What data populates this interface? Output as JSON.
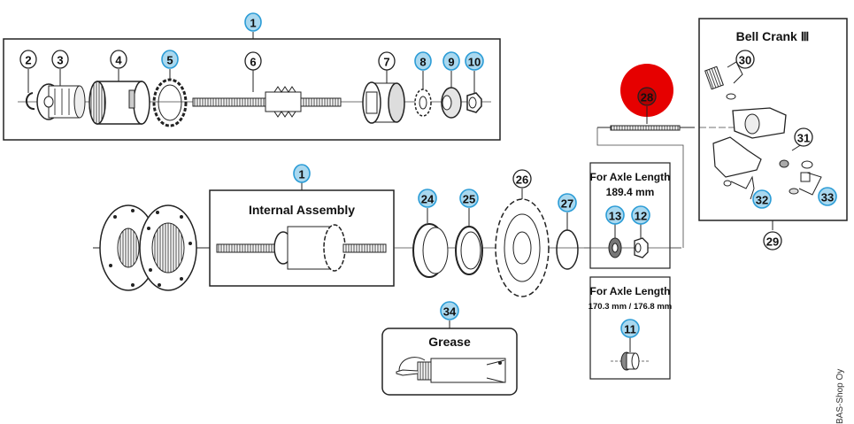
{
  "diagram": {
    "title_boxes": {
      "internal_assembly": "Internal Assembly",
      "bell_crank": "Bell Crank Ⅲ",
      "grease": "Grease",
      "axle_long_title": "For Axle Length",
      "axle_long_value": "189.4 mm",
      "axle_short_title": "For Axle Length",
      "axle_short_value": "170.3 mm / 176.8 mm"
    },
    "callouts": [
      {
        "id": "c1-top",
        "num": "1",
        "style": "blue"
      },
      {
        "id": "c2",
        "num": "2",
        "style": "plain"
      },
      {
        "id": "c3",
        "num": "3",
        "style": "plain"
      },
      {
        "id": "c4",
        "num": "4",
        "style": "plain"
      },
      {
        "id": "c5",
        "num": "5",
        "style": "blue"
      },
      {
        "id": "c6",
        "num": "6",
        "style": "plain"
      },
      {
        "id": "c7",
        "num": "7",
        "style": "plain"
      },
      {
        "id": "c8",
        "num": "8",
        "style": "blue"
      },
      {
        "id": "c9",
        "num": "9",
        "style": "blue"
      },
      {
        "id": "c10",
        "num": "10",
        "style": "blue"
      },
      {
        "id": "c1-mid",
        "num": "1",
        "style": "blue"
      },
      {
        "id": "c24",
        "num": "24",
        "style": "blue"
      },
      {
        "id": "c25",
        "num": "25",
        "style": "blue"
      },
      {
        "id": "c26",
        "num": "26",
        "style": "plain"
      },
      {
        "id": "c27",
        "num": "27",
        "style": "blue"
      },
      {
        "id": "c13",
        "num": "13",
        "style": "blue"
      },
      {
        "id": "c12",
        "num": "12",
        "style": "blue"
      },
      {
        "id": "c11",
        "num": "11",
        "style": "blue"
      },
      {
        "id": "c34",
        "num": "34",
        "style": "blue"
      },
      {
        "id": "c28",
        "num": "28",
        "style": "highlight"
      },
      {
        "id": "c30",
        "num": "30",
        "style": "plain"
      },
      {
        "id": "c31",
        "num": "31",
        "style": "plain"
      },
      {
        "id": "c32",
        "num": "32",
        "style": "blue"
      },
      {
        "id": "c33",
        "num": "33",
        "style": "blue"
      },
      {
        "id": "c29",
        "num": "29",
        "style": "plain"
      }
    ],
    "colors": {
      "blue_fill": "#a9d8ef",
      "blue_stroke": "#2b9cd6",
      "highlight": "#e60000",
      "line": "#222222"
    },
    "watermark": "BAS-Shop Oy"
  }
}
